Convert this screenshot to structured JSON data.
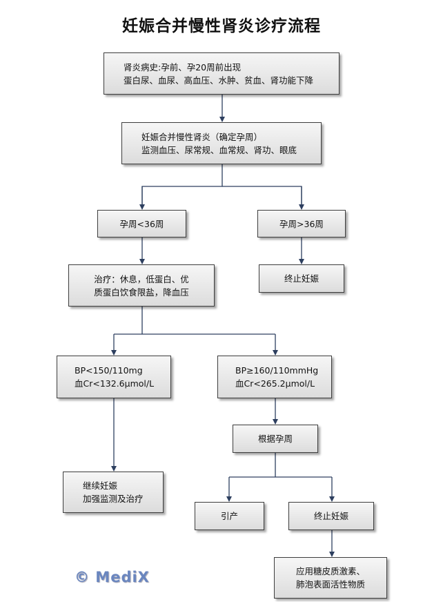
{
  "title": "妊娠合并慢性肾炎诊疗流程",
  "logo": "© MediX",
  "colors": {
    "line": "#2d3f5f",
    "box_border": "#3c3c3c",
    "logo": "#6a86bf"
  },
  "nodes": {
    "history": {
      "line1": "肾炎病史:孕前、孕20周前出现",
      "line2": "蛋白尿、血尿、高血压、水肿、贫血、肾功能下降"
    },
    "diagnosis": {
      "line1": "妊娠合并慢性肾炎（确定孕周）",
      "line2": "监测血压、尿常规、血常规、肾功、眼底"
    },
    "ga_lt36": {
      "text": "孕周<36周"
    },
    "ga_gt36": {
      "text": "孕周>36周"
    },
    "treatment": {
      "line1": "治疗：休息，低蛋白、优",
      "line2": "质蛋白饮食限盐，降血压"
    },
    "terminate_a": {
      "text": "终止妊娠"
    },
    "bp_low": {
      "line1": "BP<150/110mg",
      "line2": "血Cr<132.6μmol/L"
    },
    "bp_high": {
      "line1": "BP≥160/110mmHg",
      "line2": "血Cr<265.2μmol/L"
    },
    "by_ga": {
      "text": "根据孕周"
    },
    "continue": {
      "line1": "继续妊娠",
      "line2": "加强监测及治疗"
    },
    "induce": {
      "text": "引产"
    },
    "terminate_b": {
      "text": "终止妊娠"
    },
    "steroid": {
      "line1": "应用糖皮质激素、",
      "line2": "肺泡表面活性物质"
    }
  }
}
